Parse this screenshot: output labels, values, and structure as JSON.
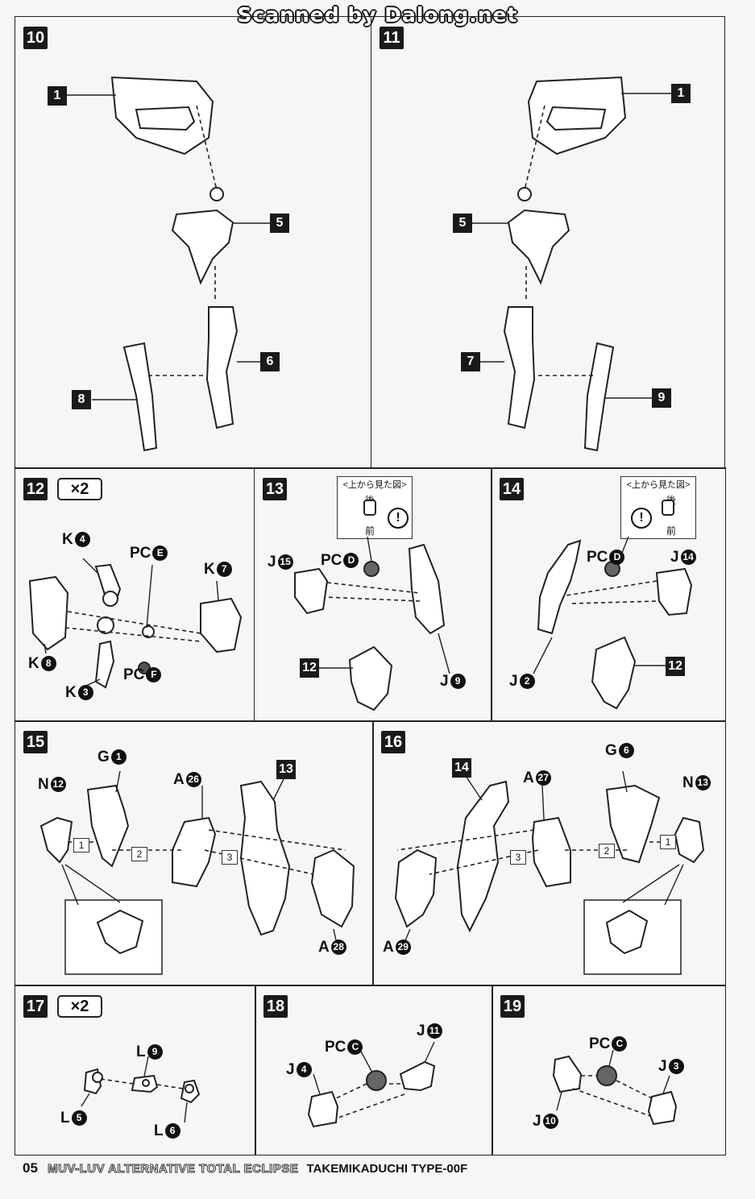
{
  "watermark": "Scanned by Dalong.net",
  "footer": {
    "page_number": "05",
    "series": "MUV-LUV ALTERNATIVE TOTAL ECLIPSE",
    "kit": "TAKEMIKADUCHI TYPE-00F"
  },
  "multiplier": "×2",
  "view_note": {
    "title": "<上から見た図>",
    "back": "後",
    "front": "前",
    "warn": "!"
  },
  "steps": {
    "s10": {
      "num": "10",
      "parts": [
        "1",
        "5",
        "6",
        "8"
      ]
    },
    "s11": {
      "num": "11",
      "parts": [
        "1",
        "5",
        "7",
        "9"
      ]
    },
    "s12": {
      "num": "12",
      "labels": [
        {
          "prefix": "K",
          "circle": "4"
        },
        {
          "prefix": "PC",
          "circle": "E"
        },
        {
          "prefix": "K",
          "circle": "7"
        },
        {
          "prefix": "K",
          "circle": "8"
        },
        {
          "prefix": "PC",
          "circle": "F"
        },
        {
          "prefix": "K",
          "circle": "3"
        }
      ]
    },
    "s13": {
      "num": "13",
      "labels": [
        {
          "prefix": "J",
          "circle": "15"
        },
        {
          "prefix": "PC",
          "circle": "D"
        },
        {
          "prefix": "J",
          "circle": "9"
        }
      ],
      "part": "12"
    },
    "s14": {
      "num": "14",
      "labels": [
        {
          "prefix": "PC",
          "circle": "D"
        },
        {
          "prefix": "J",
          "circle": "14"
        },
        {
          "prefix": "J",
          "circle": "2"
        }
      ],
      "part": "12"
    },
    "s15": {
      "num": "15",
      "labels": [
        {
          "prefix": "N",
          "circle": "12"
        },
        {
          "prefix": "G",
          "circle": "1"
        },
        {
          "prefix": "A",
          "circle": "26"
        },
        {
          "prefix": "A",
          "circle": "28"
        }
      ],
      "part": "13",
      "order": [
        "1",
        "2",
        "3"
      ]
    },
    "s16": {
      "num": "16",
      "labels": [
        {
          "prefix": "A",
          "circle": "27"
        },
        {
          "prefix": "G",
          "circle": "6"
        },
        {
          "prefix": "N",
          "circle": "13"
        },
        {
          "prefix": "A",
          "circle": "29"
        }
      ],
      "part": "14",
      "order": [
        "3",
        "2",
        "1"
      ]
    },
    "s17": {
      "num": "17",
      "labels": [
        {
          "prefix": "L",
          "circle": "9"
        },
        {
          "prefix": "L",
          "circle": "5"
        },
        {
          "prefix": "L",
          "circle": "6"
        }
      ]
    },
    "s18": {
      "num": "18",
      "labels": [
        {
          "prefix": "PC",
          "circle": "C"
        },
        {
          "prefix": "J",
          "circle": "11"
        },
        {
          "prefix": "J",
          "circle": "4"
        }
      ]
    },
    "s19": {
      "num": "19",
      "labels": [
        {
          "prefix": "PC",
          "circle": "C"
        },
        {
          "prefix": "J",
          "circle": "3"
        },
        {
          "prefix": "J",
          "circle": "10"
        }
      ]
    }
  }
}
